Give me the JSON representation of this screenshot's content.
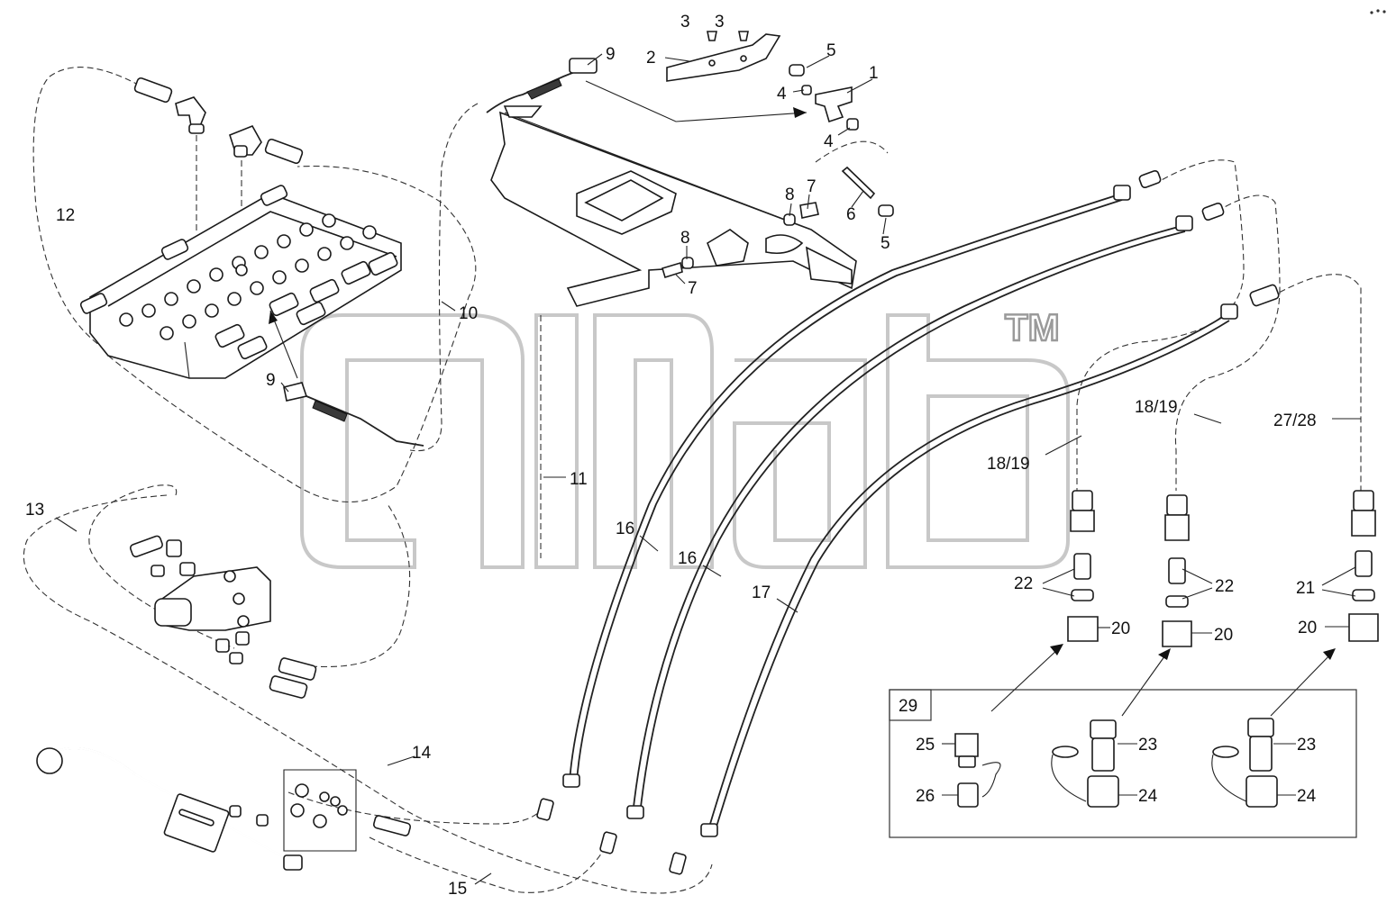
{
  "labels": {
    "l1": "1",
    "l2": "2",
    "l3a": "3",
    "l3b": "3",
    "l4a": "4",
    "l4b": "4",
    "l5a": "5",
    "l5b": "5",
    "l6": "6",
    "l7a": "7",
    "l7b": "7",
    "l8a": "8",
    "l8b": "8",
    "l9a": "9",
    "l9b": "9",
    "l10": "10",
    "l11": "11",
    "l12": "12",
    "l13": "13",
    "l14": "14",
    "l15": "15",
    "l16a": "16",
    "l16b": "16",
    "l17": "17",
    "l1819a": "18/19",
    "l1819b": "18/19",
    "l2728": "27/28",
    "l20a": "20",
    "l20b": "20",
    "l20c": "20",
    "l21": "21",
    "l22a": "22",
    "l22b": "22",
    "l23a": "23",
    "l23b": "23",
    "l24a": "24",
    "l24b": "24",
    "l25": "25",
    "l26": "26",
    "l29": "29"
  },
  "watermark": {
    "trademark": "TM"
  },
  "colors": {
    "line": "#1a1a1a",
    "watermark": "#9a9a9a",
    "background": "#ffffff"
  }
}
